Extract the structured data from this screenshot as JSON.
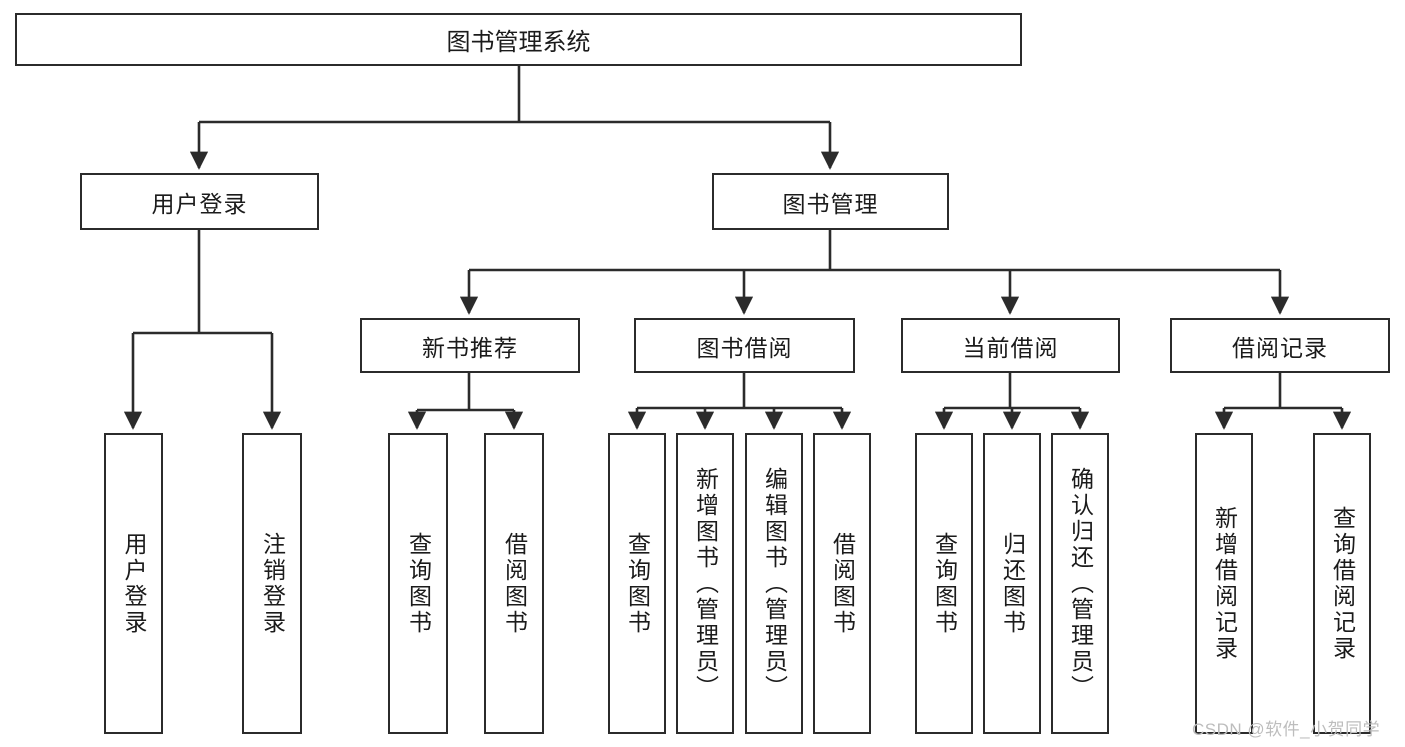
{
  "diagram": {
    "type": "tree-hierarchy",
    "title": "图书管理系统",
    "colors": {
      "box_border": "#2b2b2b",
      "box_fill": "#ffffff",
      "connector": "#2b2b2b",
      "text": "#1b1b1b",
      "watermark": "#bdbdbd",
      "background": "#ffffff"
    },
    "root": {
      "label": "图书管理系统"
    },
    "level1": [
      {
        "label": "用户登录"
      },
      {
        "label": "图书管理"
      }
    ],
    "level2": [
      {
        "label": "新书推荐"
      },
      {
        "label": "图书借阅"
      },
      {
        "label": "当前借阅"
      },
      {
        "label": "借阅记录"
      }
    ],
    "leaves": [
      {
        "label": "用户登录"
      },
      {
        "label": "注销登录"
      },
      {
        "label": "查询图书"
      },
      {
        "label": "借阅图书"
      },
      {
        "label": "查询图书"
      },
      {
        "label": "新增图书（管理员）"
      },
      {
        "label": "编辑图书（管理员）"
      },
      {
        "label": "借阅图书"
      },
      {
        "label": "查询图书"
      },
      {
        "label": "归还图书"
      },
      {
        "label": "确认归还（管理员）"
      },
      {
        "label": "新增借阅记录"
      },
      {
        "label": "查询借阅记录"
      }
    ]
  },
  "watermark": {
    "text": "CSDN @软件_小贺同学"
  }
}
